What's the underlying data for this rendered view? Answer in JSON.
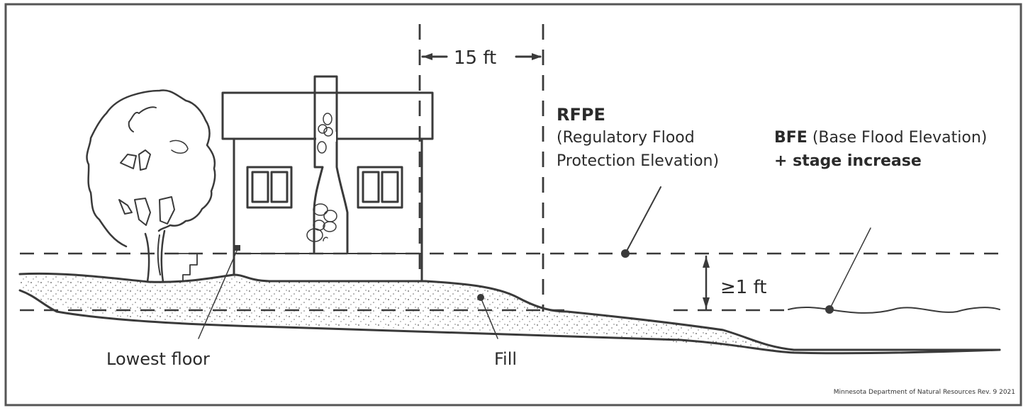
{
  "diagram": {
    "title": "Floodplain elevation diagram",
    "labels": {
      "setback": "15 ft",
      "rfpe_abbrev": "RFPE",
      "rfpe_line1": "(Regulatory Flood",
      "rfpe_line2": "Protection Elevation)",
      "bfe_abbrev": "BFE",
      "bfe_full": " (Base Flood Elevation)",
      "bfe_line2": "+ stage increase",
      "freeboard": "≥1 ft",
      "lowest_floor": "Lowest floor",
      "fill": "Fill",
      "credit": "Minnesota Department of Natural Resources Rev. 9 2021"
    },
    "elements": [
      {
        "id": "tree",
        "kind": "illustration"
      },
      {
        "id": "house",
        "kind": "illustration"
      },
      {
        "id": "chimney",
        "kind": "illustration"
      },
      {
        "id": "fill-area",
        "kind": "stippled-region"
      },
      {
        "id": "rfpe-line",
        "kind": "dashed-line"
      },
      {
        "id": "bfe-line",
        "kind": "dashed-line"
      },
      {
        "id": "water-surface",
        "kind": "wavy-line"
      },
      {
        "id": "setback-lines",
        "kind": "dashed-vertical-lines"
      }
    ],
    "colors": {
      "ink": "#3a3a3a",
      "background": "#ffffff",
      "frame": "#555555"
    }
  }
}
